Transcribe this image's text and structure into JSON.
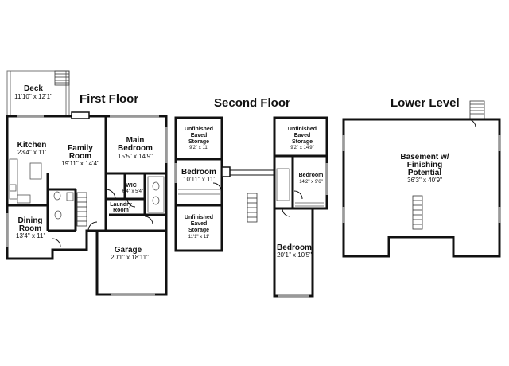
{
  "plans": {
    "first_floor": {
      "title": "First Floor",
      "deck": {
        "name": "Deck",
        "dim": "11'10\" x 12'1\""
      },
      "kitchen": {
        "name": "Kitchen",
        "dim": "23'4\" x 11'"
      },
      "family": {
        "name1": "Family",
        "name2": "Room",
        "dim": "19'11\" x 14'4\""
      },
      "main_bedroom": {
        "name1": "Main",
        "name2": "Bedroom",
        "dim": "15'5\" x 14'9\""
      },
      "wic": {
        "name": "WIC",
        "dim": "6'4\" x 5'4\""
      },
      "laundry": {
        "name1": "Laundry",
        "name2": "Room"
      },
      "dining": {
        "name1": "Dining",
        "name2": "Room",
        "dim": "13'4\" x 11'"
      },
      "garage": {
        "name": "Garage",
        "dim": "20'1\" x 18'11\""
      }
    },
    "second_floor": {
      "title": "Second Floor",
      "storage_top_left": {
        "l1": "Unfinished",
        "l2": "Eaved",
        "l3": "Storage",
        "dim": "9'2\" x 11'"
      },
      "bedroom_left": {
        "name": "Bedroom",
        "dim": "10'11\" x 11'"
      },
      "storage_bottom_left": {
        "l1": "Unfinished",
        "l2": "Eaved",
        "l3": "Storage",
        "dim": "11'1\" x 11'"
      },
      "storage_top_right": {
        "l1": "Unfinished",
        "l2": "Eaved",
        "l3": "Storage",
        "dim": "9'2\" x 14'9\""
      },
      "bedroom_right": {
        "name": "Bedroom",
        "dim": "14'2\" x 9'6\""
      },
      "bedroom_bottom": {
        "name": "Bedroom",
        "dim": "20'1\" x 10'5\""
      }
    },
    "lower_level": {
      "title": "Lower Level",
      "basement": {
        "l1": "Basement w/",
        "l2": "Finishing",
        "l3": "Potential",
        "dim": "36'3\" x 40'9\""
      }
    }
  }
}
